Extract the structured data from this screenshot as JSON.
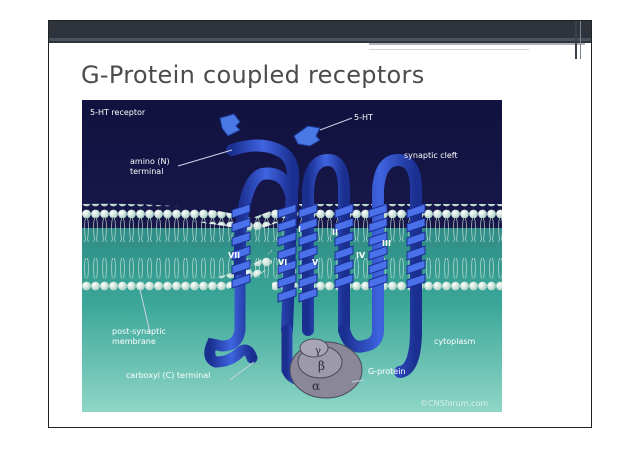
{
  "slide": {
    "title": "G-Protein coupled receptors"
  },
  "diagram": {
    "labels": {
      "receptor": "5-HT receptor",
      "ligand": "5-HT",
      "cleft": "synaptic cleft",
      "amino_line1": "amino (N)",
      "amino_line2": "terminal",
      "membrane_line1": "post-synaptic",
      "membrane_line2": "membrane",
      "cytoplasm": "cytoplasm",
      "carboxyl": "carboxyl (C) terminal",
      "gprotein": "G-protein",
      "credit": "©CNSforum.com"
    },
    "helices": [
      "VII",
      "VI",
      "V",
      "I",
      "II",
      "IV",
      "III"
    ],
    "subunits": {
      "gamma": "γ",
      "beta": "β",
      "alpha": "α"
    },
    "colors": {
      "extracellular": "#181848",
      "cytoplasm": "#3aa698",
      "helix": "#2b4fd0",
      "lipid_head": "#e4f2ea",
      "gprotein": "#8a8898",
      "ligand": "#4070d8"
    }
  }
}
